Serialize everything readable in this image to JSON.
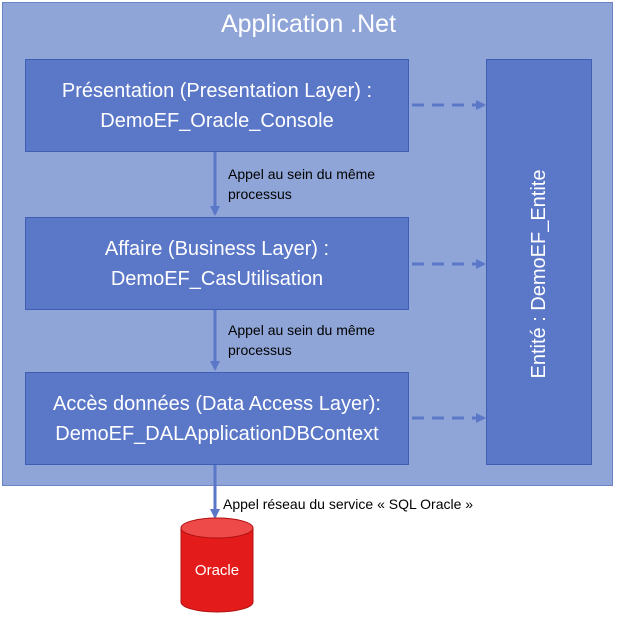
{
  "diagram": {
    "title": "Application .Net",
    "layers": [
      {
        "line1": "Présentation (Presentation Layer) :",
        "line2": "DemoEF_Oracle_Console"
      },
      {
        "line1": "Affaire (Business Layer) :",
        "line2": "DemoEF_CasUtilisation"
      },
      {
        "line1": "Accès données (Data Access Layer):",
        "line2": "DemoEF_DALApplicationDBContext"
      }
    ],
    "entity": "Entité : DemoEF_Entite",
    "calls": [
      {
        "line1": "Appel au sein du même",
        "line2": "processus"
      },
      {
        "line1": "Appel au sein du même",
        "line2": "processus"
      }
    ],
    "network_call": "Appel réseau du service « SQL Oracle »",
    "database": "Oracle"
  },
  "colors": {
    "container": "#8fa5d8",
    "layer": "#5b77c8",
    "arrow": "#5b77c8",
    "database": "#e41b1b"
  }
}
